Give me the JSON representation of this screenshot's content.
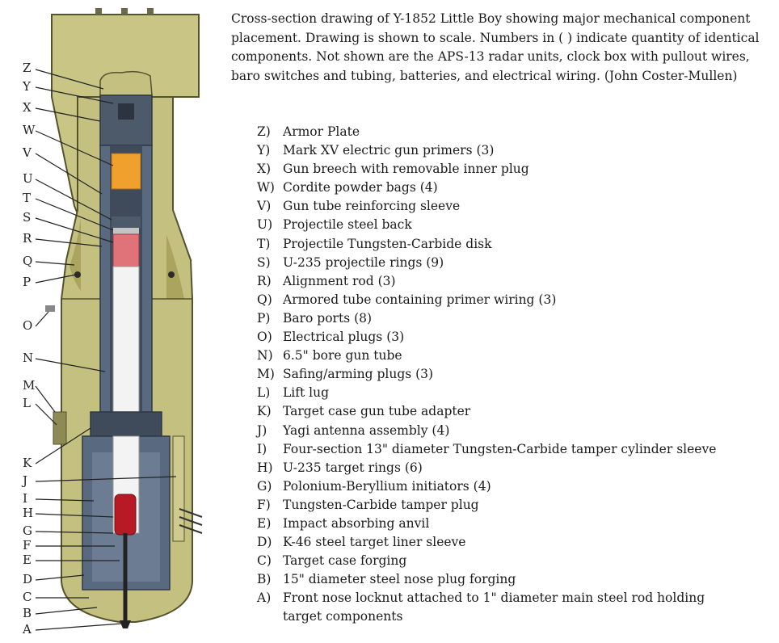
{
  "caption": "Cross-section drawing of Y-1852 Little Boy showing major mechanical component placement. Drawing is shown to scale.  Numbers in ( ) indicate quantity of identical components.  Not shown are the APS-13 radar units, clock box with pullout wires, baro switches and tubing, batteries, and electrical wiring.  (John Coster-Mullen)",
  "legend": [
    {
      "key": "Z)",
      "text": "Armor Plate"
    },
    {
      "key": "Y)",
      "text": "Mark XV electric gun primers (3)"
    },
    {
      "key": "X)",
      "text": "Gun breech with removable inner plug"
    },
    {
      "key": "W)",
      "text": "Cordite powder bags (4)"
    },
    {
      "key": "V)",
      "text": "Gun tube reinforcing sleeve"
    },
    {
      "key": "U)",
      "text": "Projectile steel back"
    },
    {
      "key": "T)",
      "text": "Projectile Tungsten-Carbide disk"
    },
    {
      "key": "S)",
      "text": "U-235 projectile rings (9)"
    },
    {
      "key": "R)",
      "text": "Alignment rod (3)"
    },
    {
      "key": "Q)",
      "text": "Armored tube containing primer wiring (3)"
    },
    {
      "key": "P)",
      "text": "Baro ports (8)"
    },
    {
      "key": "O)",
      "text": "Electrical plugs (3)"
    },
    {
      "key": "N)",
      "text": "6.5\" bore gun tube"
    },
    {
      "key": "M)",
      "text": "Safing/arming plugs (3)"
    },
    {
      "key": "L)",
      "text": "Lift lug"
    },
    {
      "key": "K)",
      "text": "Target case gun tube adapter"
    },
    {
      "key": "J)",
      "text": "Yagi antenna assembly (4)"
    },
    {
      "key": "I)",
      "text": "Four-section 13\" diameter Tungsten-Carbide tamper cylinder sleeve"
    },
    {
      "key": "H)",
      "text": "U-235 target rings (6)"
    },
    {
      "key": "G)",
      "text": "Polonium-Beryllium initiators (4)"
    },
    {
      "key": "F)",
      "text": "Tungsten-Carbide tamper plug"
    },
    {
      "key": "E)",
      "text": "Impact absorbing anvil"
    },
    {
      "key": "D)",
      "text": "K-46 steel target liner sleeve"
    },
    {
      "key": "C)",
      "text": "Target case forging"
    },
    {
      "key": "B)",
      "text": "15\" diameter steel nose plug forging"
    },
    {
      "key": "A)",
      "text": "Front nose locknut attached to 1\" diameter main steel rod holding",
      "continuation": "target components"
    }
  ],
  "callouts": [
    "Z",
    "Y",
    "X",
    "W",
    "V",
    "U",
    "T",
    "S",
    "R",
    "Q",
    "P",
    "O",
    "N",
    "M",
    "L",
    "K",
    "J",
    "I",
    "H",
    "G",
    "F",
    "E",
    "D",
    "C",
    "B",
    "A"
  ],
  "colors": {
    "casing": "#c4c080",
    "casing_dark": "#a9a561",
    "gun_tube": "#596a80",
    "powder": "#f0a02c",
    "projectile_rings": "#e0737a",
    "tamper": "#b81a25",
    "white_bore": "#f3f3f3"
  }
}
